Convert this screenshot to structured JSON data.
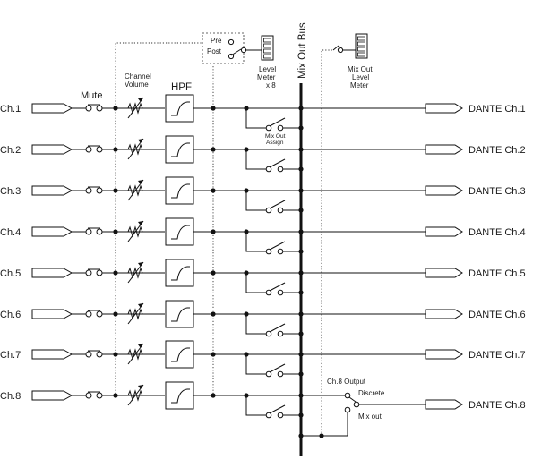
{
  "labels": {
    "mute": "Mute",
    "channel_volume_line1": "Channel",
    "channel_volume_line2": "Volume",
    "hpf": "HPF",
    "pre": "Pre",
    "post": "Post",
    "level_meter_line1": "Level",
    "level_meter_line2": "Meter",
    "level_meter_line3": "x 8",
    "mix_out_bus": "Mix Out Bus",
    "mix_out_level_meter_line1": "Mix Out",
    "mix_out_level_meter_line2": "Level",
    "mix_out_level_meter_line3": "Meter",
    "mix_out_assign_line1": "Mix Out",
    "mix_out_assign_line2": "Assign",
    "ch8_output": "Ch.8 Output",
    "discrete": "Discrete",
    "mix_out": "Mix out"
  },
  "inputs": [
    "Ch.1",
    "Ch.2",
    "Ch.3",
    "Ch.4",
    "Ch.5",
    "Ch.6",
    "Ch.7",
    "Ch.8"
  ],
  "outputs": [
    "DANTE Ch.1",
    "DANTE Ch.2",
    "DANTE Ch.3",
    "DANTE Ch.4",
    "DANTE Ch.5",
    "DANTE Ch.6",
    "DANTE Ch.7",
    "DANTE Ch.8"
  ]
}
